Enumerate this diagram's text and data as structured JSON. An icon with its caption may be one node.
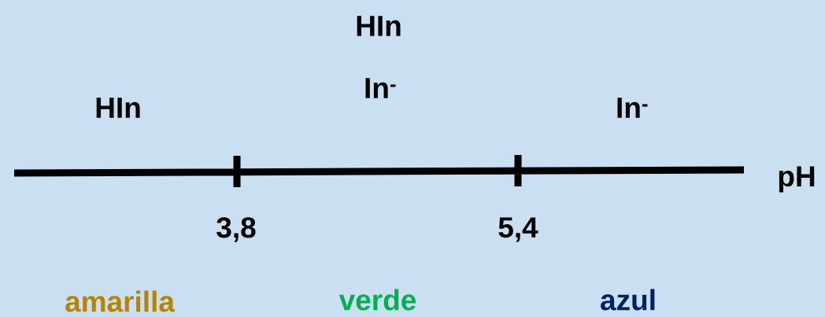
{
  "diagram": {
    "labels": [
      "HIn",
      "In$^{-}$",
      "HIn",
      "In$^{-}$",
      "pH",
      "3,8",
      "5,4",
      "amarilla",
      "verde",
      "azul"
    ]
  }
}
